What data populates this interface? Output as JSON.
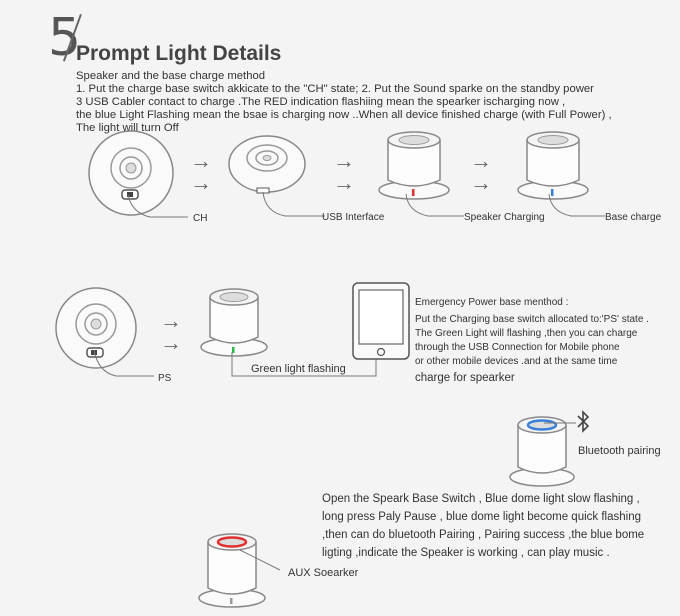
{
  "header": {
    "number": "5",
    "title": "Prompt Light Details"
  },
  "intro": {
    "line1": "Speaker and the base charge method",
    "line2": "1.  Put the charge base switch akkicate to the \"CH\" state; 2. Put the Sound sparke on the standby power",
    "line3": "3 USB Cabler contact to charge .The RED indication  flashiing mean the spearker ischarging now  ,",
    "line4": "the blue Light Flashing mean the bsae is charging now ..When all device finished charge (with Full Power) ,",
    "line5": "The light will turn Off"
  },
  "row1": {
    "ch_label": "CH",
    "usb_label": "USB Interface",
    "speaker_charging_label": "Speaker Charging",
    "base_charge_label": "Base charge"
  },
  "row2": {
    "ps_label": "PS",
    "green_label": "Green light flashing",
    "lines": [
      "Emergency Power base menthod :",
      "Put the Charging base switch allocated to:'PS' state .",
      "The Green Light will flashing ,then you can charge",
      "through the USB Connection for Mobile phone",
      "or other mobile devices .and at the same time",
      "charge for spearker"
    ]
  },
  "row3": {
    "bluetooth_label": "Bluetooth pairing",
    "aux_label": "AUX Soearker",
    "lines": [
      "Open the Speark Base Switch , Blue dome light slow flashing ,",
      "long press Paly Pause , blue dome light become quick flashing",
      ",then can do bluetooth Pairing , Pairing success ,the blue bome",
      "ligting ,indicate the Speaker is working , can play music ."
    ]
  },
  "colors": {
    "red_led": "#e03030",
    "blue_led": "#3a7fd8",
    "green_led": "#2db84a",
    "outline": "#777777"
  }
}
